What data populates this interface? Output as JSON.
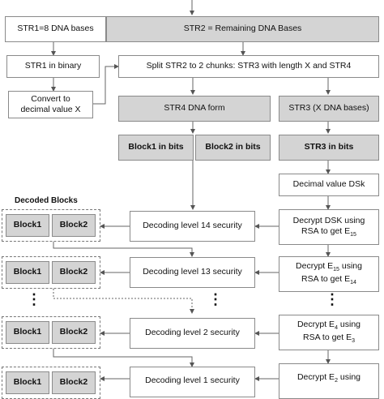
{
  "top_row": {
    "str1": "STR1=8 DNA bases",
    "str2": "STR2 = Remaining DNA Bases"
  },
  "left_column": {
    "str1_binary": "STR1 in binary",
    "convert": "Convert to decimal value X"
  },
  "split": "Split STR2  to 2 chunks: STR3 with length X and STR4",
  "str4_form": "STR4 DNA  form",
  "str3_form": "STR3 (X DNA  bases)",
  "block1_bits": "Block1 in bits",
  "block2_bits": "Block2 in bits",
  "str3_bits": "STR3 in bits",
  "decimal_dsk": "Decimal value DSk",
  "decoded_blocks_heading": "Decoded Blocks",
  "block_labels": {
    "block1": "Block1",
    "block2": "Block2"
  },
  "decoding_levels": [
    "Decoding level 14 security",
    "Decoding level 13 security",
    "Decoding level 2 security",
    "Decoding level 1 security"
  ],
  "decrypt_steps": [
    {
      "prefix": "Decrypt DSK using",
      "line2": "RSA to get E",
      "sub": "15"
    },
    {
      "prefix": "Decrypt E",
      "prefix_sub": "15",
      "prefix_rest": " using",
      "line2": "RSA to get E",
      "sub": "14"
    },
    {
      "prefix": "Decrypt E",
      "prefix_sub": "4",
      "prefix_rest": " using",
      "line2": "RSA to get E",
      "sub": "3"
    },
    {
      "prefix": "Decrypt E",
      "prefix_sub": "2",
      "prefix_rest": " using",
      "line2": "",
      "sub": ""
    }
  ],
  "ellipsis": "⋮"
}
